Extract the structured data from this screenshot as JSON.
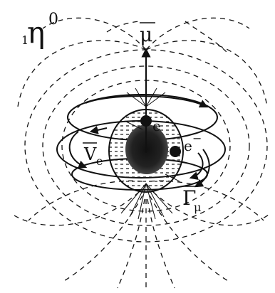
{
  "labels": {
    "particle": "η",
    "particle_superscript": "0",
    "prefix": "1",
    "moment": "μ",
    "electron_1": "e",
    "electron_2": "e",
    "electron_2_charge": "−",
    "neutrino": "V",
    "neutrino_sub": "e",
    "gamma": "Γ",
    "gamma_sub": "μ"
  },
  "colors": {
    "ink": "#111111",
    "paper": "#ffffff"
  }
}
